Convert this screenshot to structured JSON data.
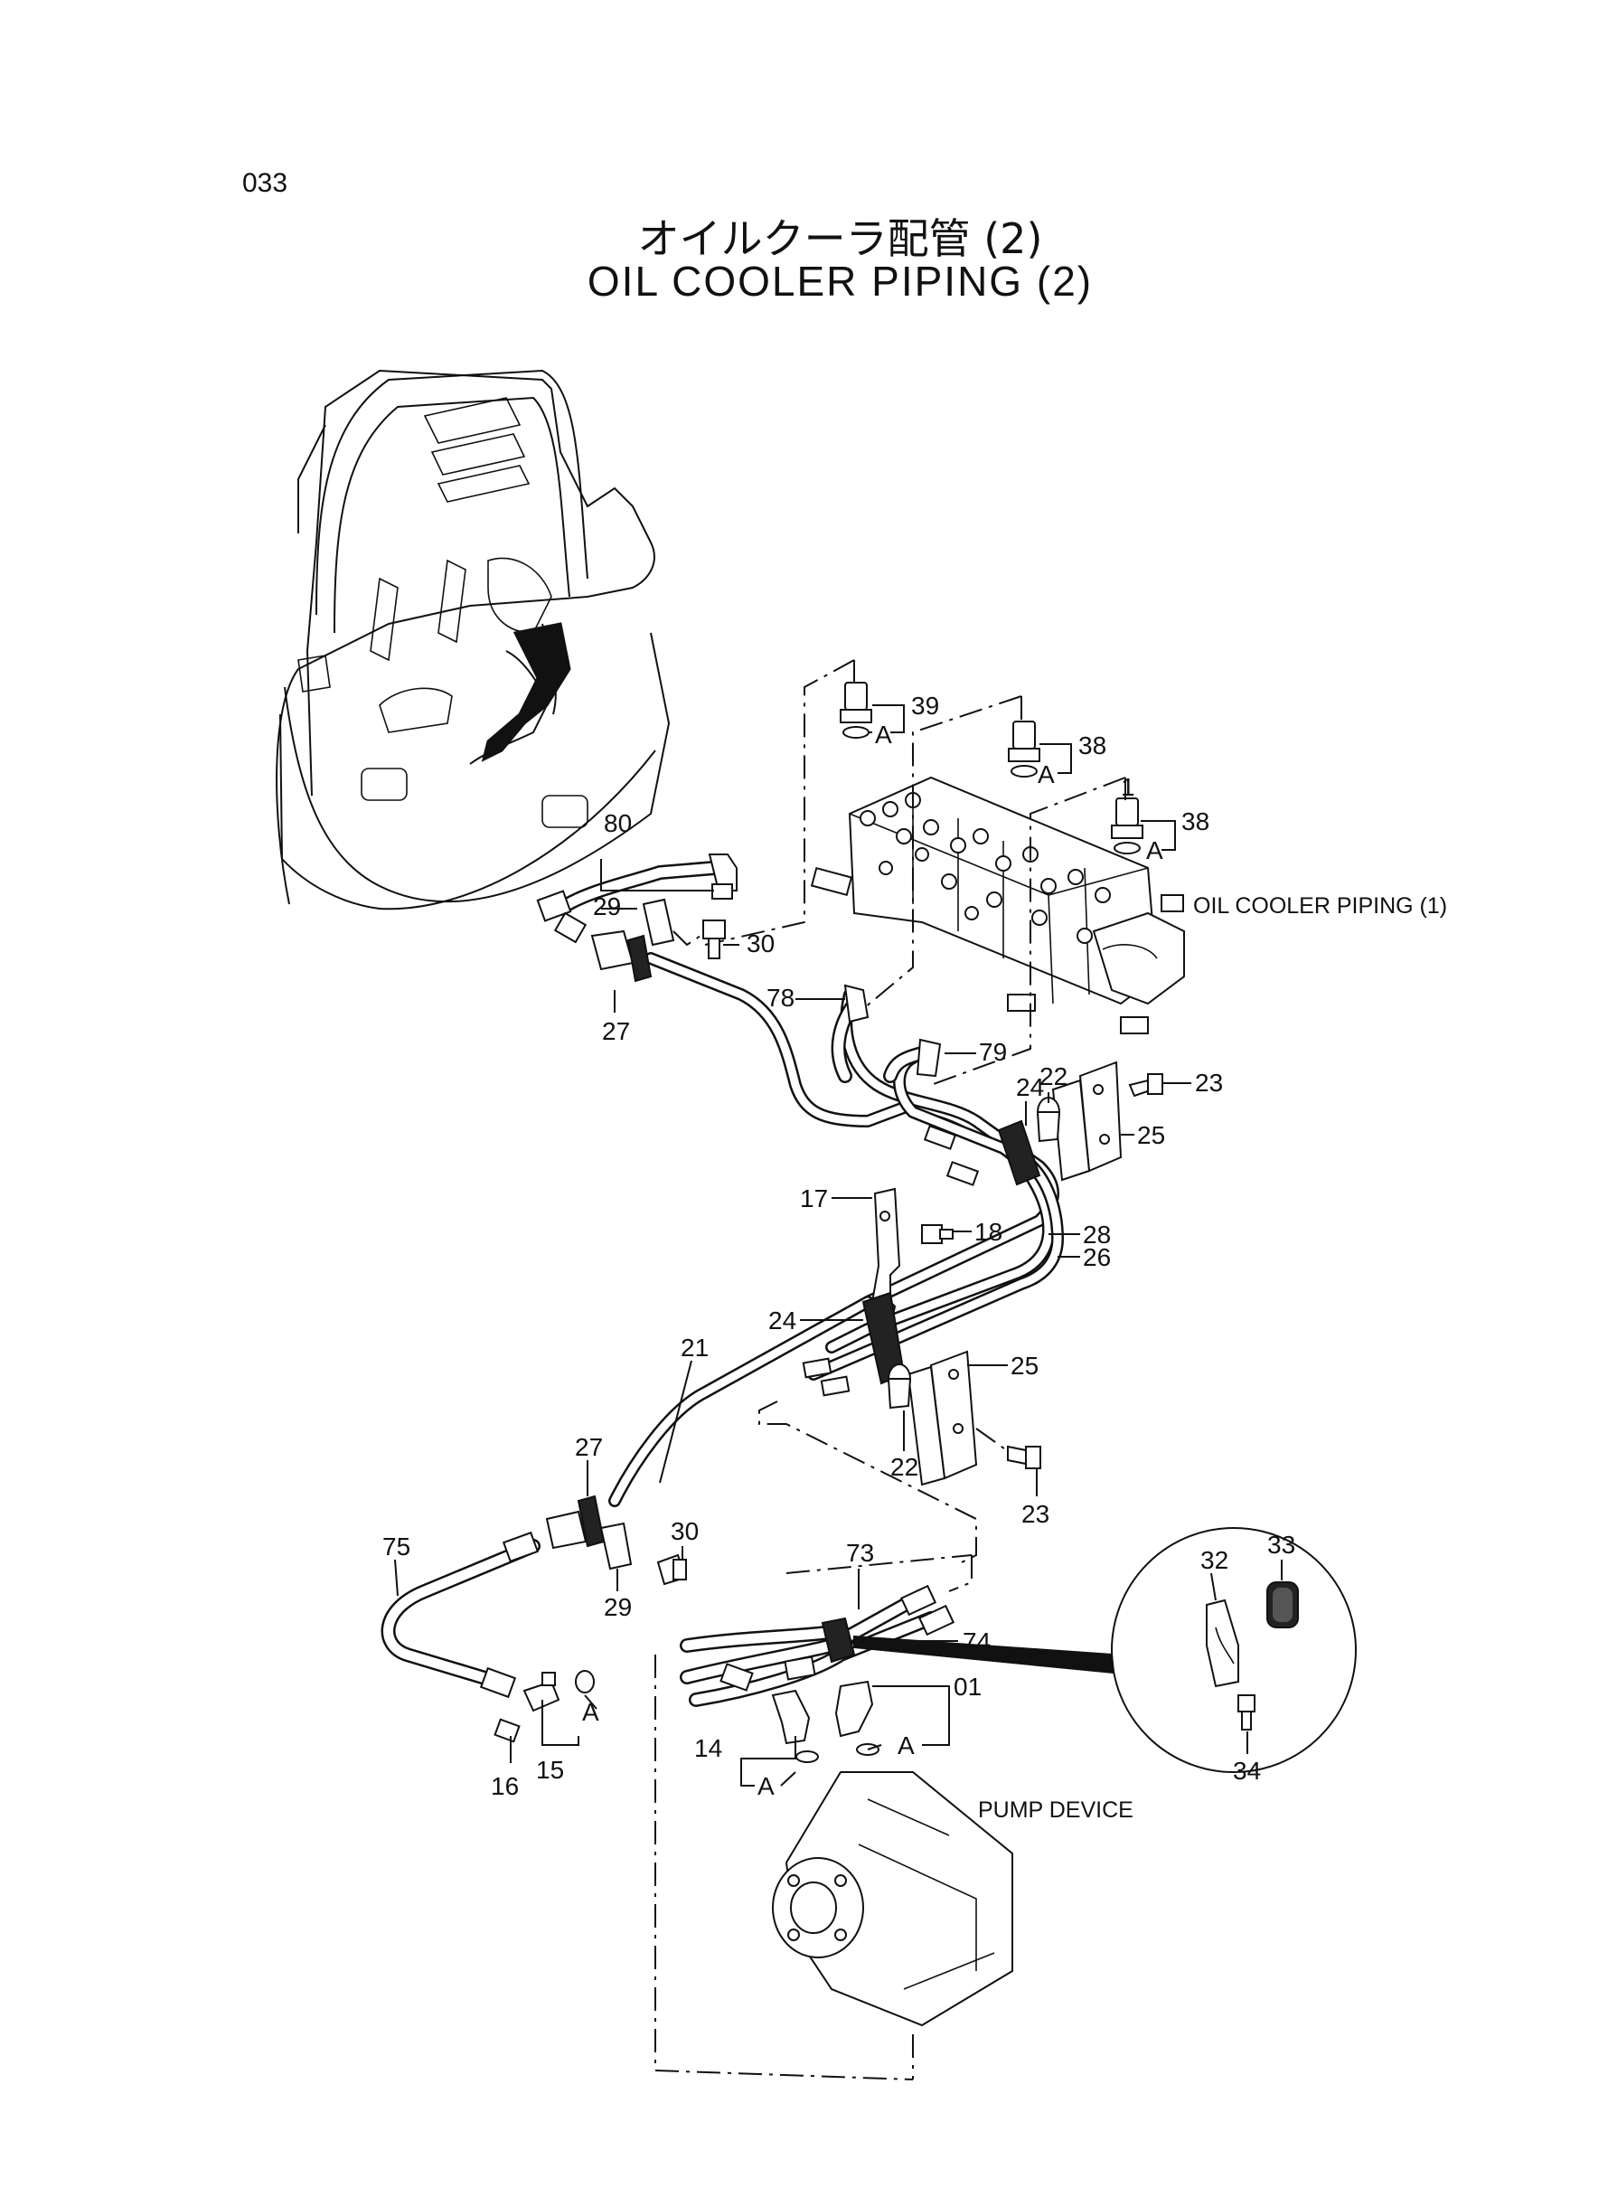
{
  "page": {
    "number": "033",
    "title_jp": "オイルクーラ配管 (2)",
    "title_en": "OIL COOLER PIPING (2)"
  },
  "references": {
    "oil_cooler_piping_1": "OIL COOLER  PIPING (1)",
    "pump_device": "PUMP DEVICE"
  },
  "callouts": {
    "p39": "39",
    "p38a": "38",
    "p38b": "38",
    "p1": "1",
    "a1": "A",
    "a2": "A",
    "a3": "A",
    "a4": "A",
    "a5": "A",
    "a6": "A",
    "p80": "80",
    "p29a": "29",
    "p30a": "30",
    "p27a": "27",
    "p78": "78",
    "p79": "79",
    "p22a": "22",
    "p23a": "23",
    "p24a": "24",
    "p25a": "25",
    "p17": "17",
    "p18": "18",
    "p28": "28",
    "p26": "26",
    "p24b": "24",
    "p25b": "25",
    "p21": "21",
    "p22b": "22",
    "p23b": "23",
    "p27b": "27",
    "p30b": "30",
    "p29b": "29",
    "p75": "75",
    "p73": "73",
    "p74": "74",
    "p01": "01",
    "p14": "14",
    "p16": "16",
    "p15": "15",
    "p32": "32",
    "p33": "33",
    "p34": "34"
  }
}
